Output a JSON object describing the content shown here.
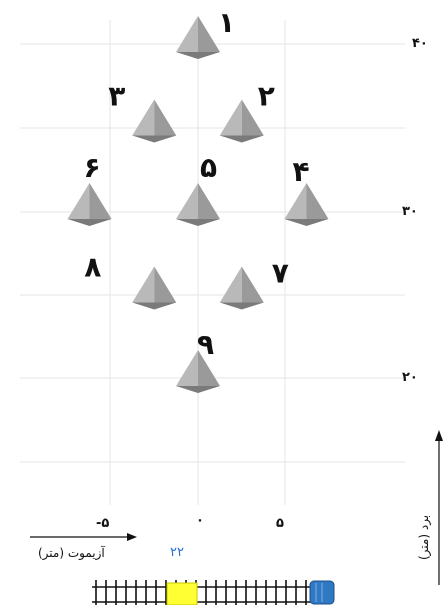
{
  "diagram": {
    "y_ticks": [
      {
        "label": "۴۰",
        "value": 40
      },
      {
        "label": "۳۰",
        "value": 30
      },
      {
        "label": "۲۰",
        "value": 20
      }
    ],
    "x_ticks": [
      {
        "label": "-۵",
        "value": -5
      },
      {
        "label": "۰",
        "value": 0
      },
      {
        "label": "۵",
        "value": 5
      }
    ],
    "x_axis_label": "آزیموت (متر)",
    "y_axis_label": "برد (متر)",
    "vehicle_label": "۲۲",
    "targets": [
      {
        "id": "1",
        "label": "۱",
        "azimuth": 0,
        "range": 40
      },
      {
        "id": "2",
        "label": "۲",
        "azimuth": 2.5,
        "range": 35
      },
      {
        "id": "3",
        "label": "۳",
        "azimuth": -2.5,
        "range": 35
      },
      {
        "id": "4",
        "label": "۴",
        "azimuth": 6.2,
        "range": 30
      },
      {
        "id": "5",
        "label": "۵",
        "azimuth": 0,
        "range": 30
      },
      {
        "id": "6",
        "label": "۶",
        "azimuth": -6.2,
        "range": 30
      },
      {
        "id": "7",
        "label": "۷",
        "azimuth": 2.5,
        "range": 25
      },
      {
        "id": "8",
        "label": "۸",
        "azimuth": -2.5,
        "range": 25
      },
      {
        "id": "9",
        "label": "۹",
        "azimuth": 0,
        "range": 20
      }
    ],
    "colors": {
      "pyramid_light": "#b9b9b9",
      "pyramid_mid": "#9a9a9a",
      "pyramid_dark": "#7a7a7a",
      "grid": "#e6e6e6",
      "platform": "#ffff33",
      "cab": "#2f78c4"
    }
  }
}
